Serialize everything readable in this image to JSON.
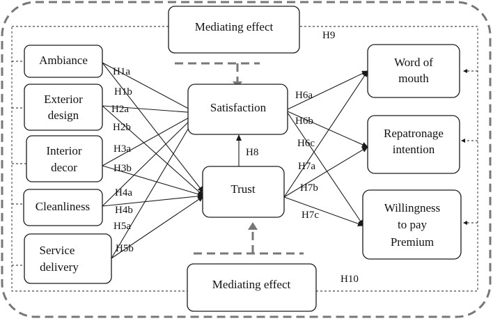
{
  "diagram": {
    "constructs": {
      "ambiance": "Ambiance",
      "exterior_design": [
        "Exterior",
        "design"
      ],
      "interior_decor": [
        "Interior",
        "decor"
      ],
      "cleanliness": "Cleanliness",
      "service_delivery": [
        "Service",
        "delivery"
      ],
      "satisfaction": "Satisfaction",
      "trust": "Trust",
      "word_of_mouth": [
        "Word of",
        "mouth"
      ],
      "repatronage_intention": [
        "Repatronage",
        "intention"
      ],
      "willingness_to_pay_premium": [
        "Willingness",
        "to pay",
        "Premium"
      ]
    },
    "mediating_top": "Mediating effect",
    "mediating_bottom": "Mediating effect",
    "hypotheses": {
      "h1a": "H1a",
      "h1b": "H1b",
      "h2a": "H2a",
      "h2b": "H2b",
      "h3a": "H3a",
      "h3b": "H3b",
      "h4a": "H4a",
      "h4b": "H4b",
      "h5a": "H5a",
      "h5b": "H5b",
      "h6a": "H6a",
      "h6b": "H6b",
      "h6c": "H6c",
      "h7a": "H7a",
      "h7b": "H7b",
      "h7c": "H7c",
      "h8": "H8",
      "h9": "H9",
      "h10": "H10"
    },
    "colors": {
      "line": "#1a1a1a",
      "frame": "#777777"
    }
  }
}
